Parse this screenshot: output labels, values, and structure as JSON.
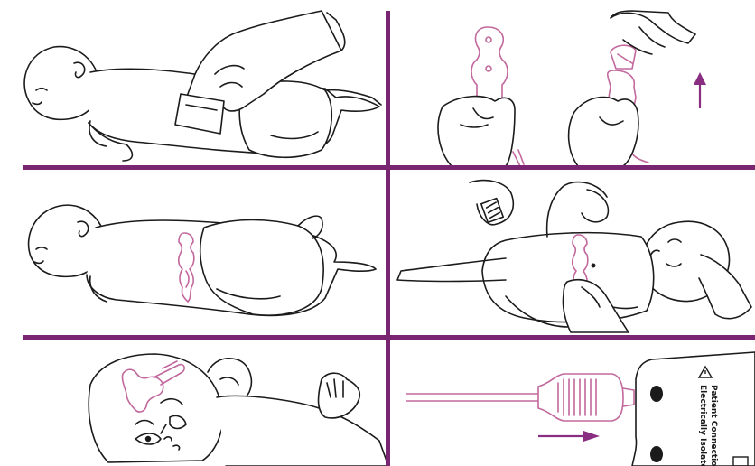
{
  "colors": {
    "divider": "#7a2571",
    "sensor": "#c2689d",
    "ink": "#1b1b1b",
    "arrow": "#8a2e82"
  },
  "panels": [
    {
      "id": "panel-1",
      "depicts": "gloved hand wiping infant's back"
    },
    {
      "id": "panel-2",
      "depicts": "peeling backing from sensor"
    },
    {
      "id": "panel-3",
      "depicts": "sensor placed around infant's back"
    },
    {
      "id": "panel-4",
      "depicts": "sensor wrapped on infant's abdomen"
    },
    {
      "id": "panel-5",
      "depicts": "sensor placed on infant's forehead"
    },
    {
      "id": "panel-6",
      "depicts": "connector plugged into monitor"
    }
  ],
  "monitor": {
    "label_line1": "Patient Connection",
    "label_line2": "Electrically Isolated",
    "warning_icon": "warning-triangle-icon"
  },
  "arrows": {
    "peel_direction": "up-arrow-icon",
    "insert_direction": "right-arrow-icon"
  }
}
